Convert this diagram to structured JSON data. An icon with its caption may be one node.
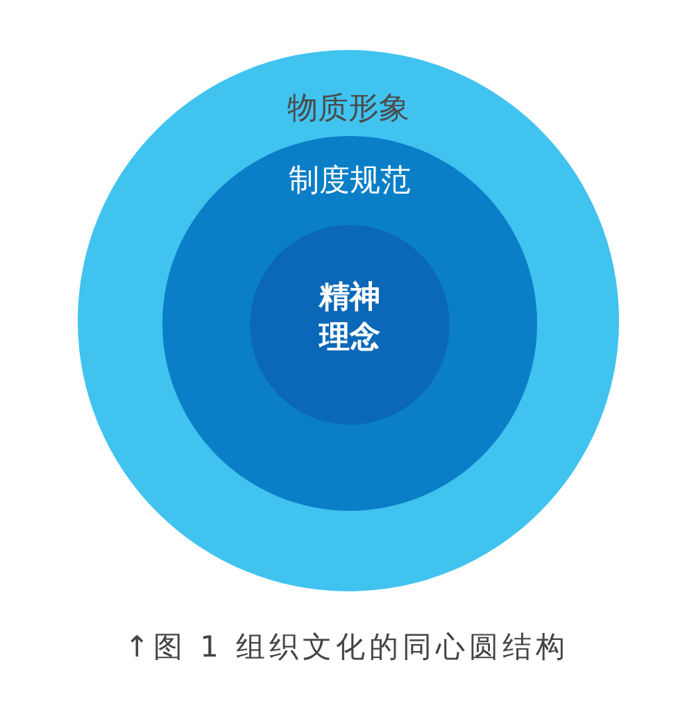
{
  "diagram": {
    "caption": "↑图 1 组织文化的同心圆结构",
    "nodes": [
      {
        "text": [
          "物质形象"
        ]
      },
      {
        "text": [
          "制度规范"
        ],
        "in": 0
      },
      {
        "text": [
          "精神理念"
        ],
        "in": 1
      }
    ]
  }
}
